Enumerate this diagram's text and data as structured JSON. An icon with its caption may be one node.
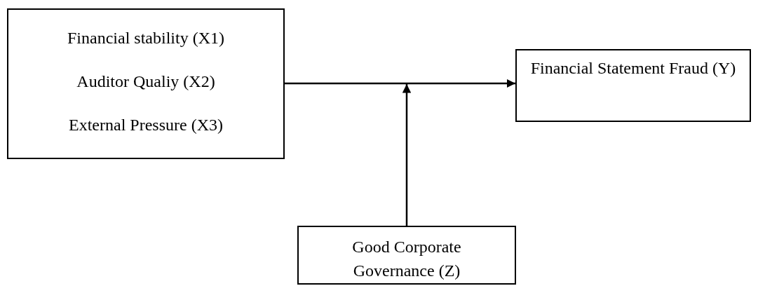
{
  "diagram": {
    "nodes": [
      {
        "text": [
          "Financial stability (X1)",
          "Auditor Qualiy (X2)",
          "External Pressure (X3)"
        ]
      },
      {
        "text": [
          "Financial Statement Fraud (Y)"
        ]
      },
      {
        "text": [
          "Good Corporate Governance (Z)"
        ]
      }
    ],
    "edges": [
      {
        "from": 0,
        "to": 1,
        "arrow": "to"
      },
      {
        "from": 2,
        "to": null,
        "arrow": "to"
      }
    ]
  }
}
